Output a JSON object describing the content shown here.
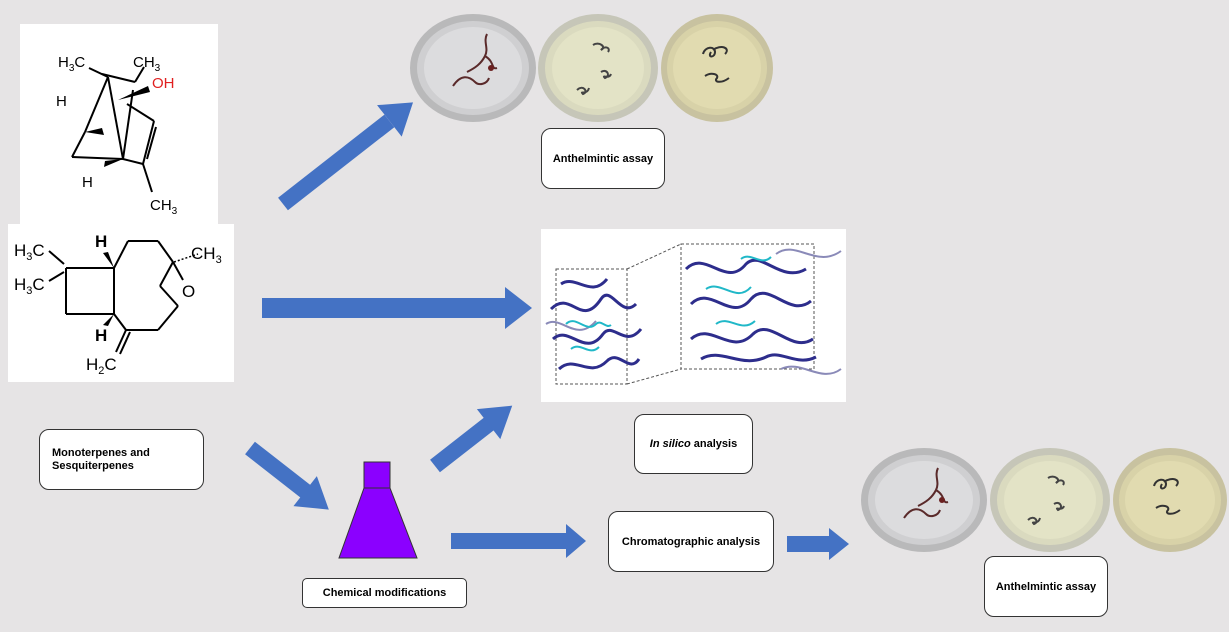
{
  "molecule1": {
    "h3c_text": "H",
    "h3c_sub": "3",
    "h3c_c": "C",
    "ch3_top_text": "CH",
    "ch3_top_sub": "3",
    "oh_text": "OH",
    "h_left": "H",
    "h_bottom": "H",
    "ch3_bottom_text": "CH",
    "ch3_bottom_sub": "3"
  },
  "molecule2": {
    "h3c_a": "H",
    "h3c_a_sub": "3",
    "h3c_a_c": "C",
    "h3c_b": "H",
    "h3c_b_sub": "3",
    "h3c_b_c": "C",
    "h_top": "H",
    "h_bottom": "H",
    "ch3": "CH",
    "ch3_sub": "3",
    "o": "O",
    "h2c": "H",
    "h2c_sub": "2",
    "h2c_c": "C"
  },
  "labels": {
    "anthelmintic_top": "Anthelmintic assay",
    "insilico_italic": "In silico",
    "insilico_rest": " analysis",
    "monoterpenes": "Monoterpenes and",
    "sesquiterpenes": "Sesquiterpenes",
    "chromatographic": "Chromatographic analysis",
    "chemical_mod": "Chemical modifications",
    "anthelmintic_bottom": "Anthelmintic assay"
  },
  "colors": {
    "arrow": "#4472c4",
    "flask": "#8b00ff",
    "oh_red": "#e02020",
    "background": "#e6e4e5"
  }
}
